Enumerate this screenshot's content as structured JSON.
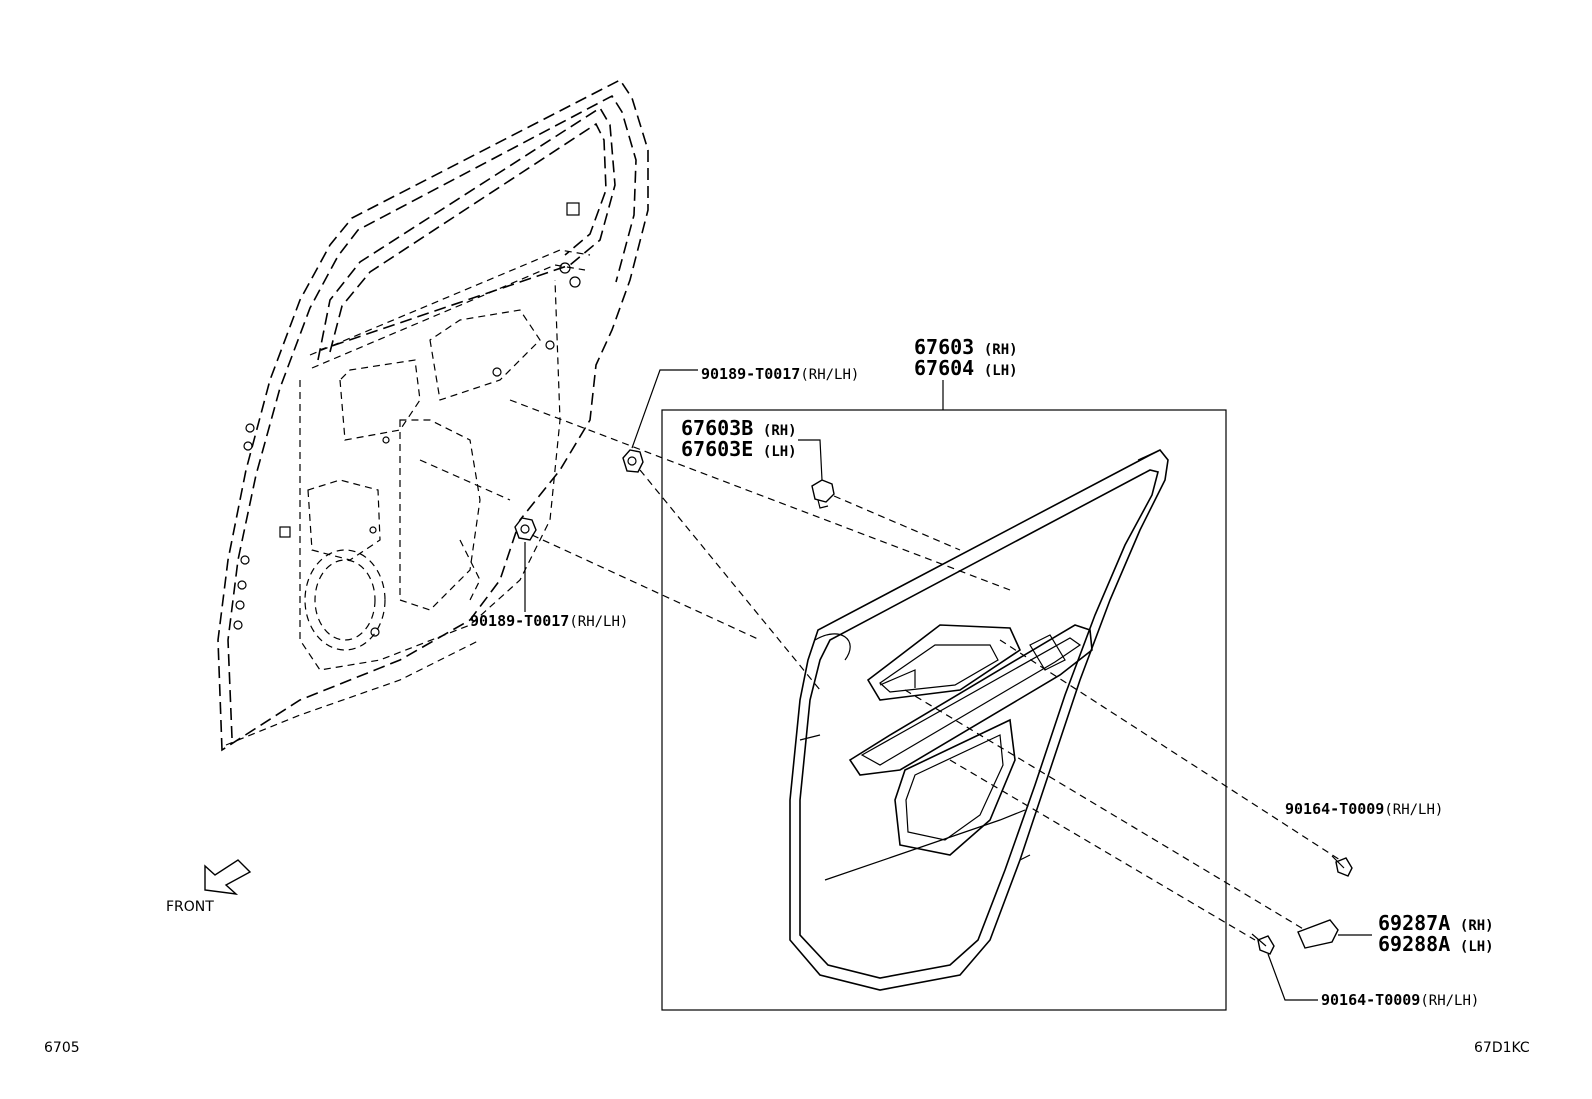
{
  "callouts": {
    "clip_upper": {
      "part_no": "90189-T0017",
      "suffix": "(RH/LH)"
    },
    "clip_lower": {
      "part_no": "90189-T0017",
      "suffix": "(RH/LH)"
    },
    "trim_board": {
      "rh_part_no": "67603",
      "rh_suffix": "(RH)",
      "lh_part_no": "67604",
      "lh_suffix": "(LH)"
    },
    "trim_clip": {
      "rh_part_no": "67603B",
      "rh_suffix": "(RH)",
      "lh_part_no": "67603E",
      "lh_suffix": "(LH)"
    },
    "screw_upper": {
      "part_no": "90164-T0009",
      "suffix": "(RH/LH)"
    },
    "screw_lower": {
      "part_no": "90164-T0009",
      "suffix": "(RH/LH)"
    },
    "cover": {
      "rh_part_no": "69287A",
      "rh_suffix": "(RH)",
      "lh_part_no": "69288A",
      "lh_suffix": "(LH)"
    }
  },
  "front_label": "FRONT",
  "footer": {
    "page_code": "6705",
    "diagram_code": "67D1KC"
  }
}
